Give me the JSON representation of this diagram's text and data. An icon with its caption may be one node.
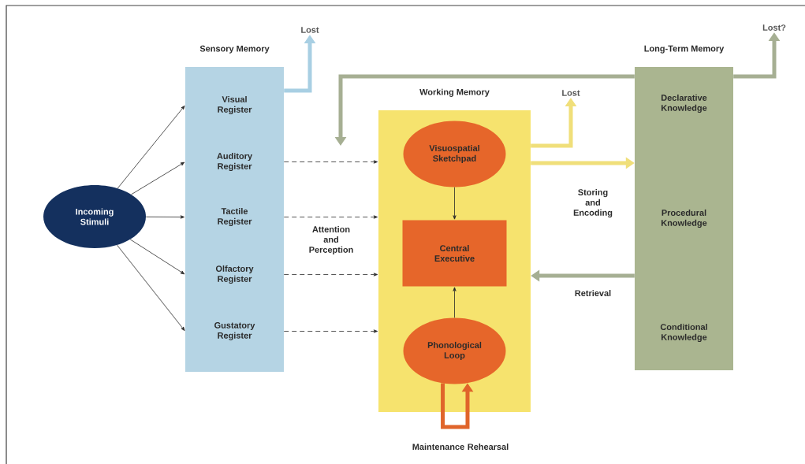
{
  "diagram": {
    "nodes": [
      {
        "text": [
          "Incoming Stimuli"
        ]
      },
      {
        "text": [
          "Sensory Memory"
        ]
      },
      {
        "text": [
          "Visual Register"
        ],
        "in": 1
      },
      {
        "text": [
          "Auditory Register"
        ],
        "in": 1
      },
      {
        "text": [
          "Tactile Register"
        ],
        "in": 1
      },
      {
        "text": [
          "Olfactory Register"
        ],
        "in": 1
      },
      {
        "text": [
          "Gustatory Register"
        ],
        "in": 1
      },
      {
        "text": [
          "Working Memory"
        ]
      },
      {
        "text": [
          "Visuospatial Sketchpad"
        ],
        "in": 7
      },
      {
        "text": [
          "Central Executive"
        ],
        "in": 7
      },
      {
        "text": [
          "Phonological Loop"
        ],
        "in": 7
      },
      {
        "text": [
          "Long-Term Memory"
        ]
      },
      {
        "text": [
          "Declarative Knowledge"
        ],
        "in": 11
      },
      {
        "text": [
          "Procedural Knowledge"
        ],
        "in": 11
      },
      {
        "text": [
          "Conditional Knowledge"
        ],
        "in": 11
      },
      {
        "text": [
          "Lost"
        ]
      },
      {
        "text": [
          "Lost"
        ]
      },
      {
        "text": [
          "Lost?"
        ]
      }
    ],
    "edges": [
      {
        "from": 0,
        "to": 2,
        "arrow": "to"
      },
      {
        "from": 0,
        "to": 3,
        "arrow": "to"
      },
      {
        "from": 0,
        "to": 4,
        "arrow": "to"
      },
      {
        "from": 0,
        "to": 5,
        "arrow": "to"
      },
      {
        "from": 0,
        "to": 6,
        "arrow": "to"
      },
      {
        "from": 3,
        "to": 7,
        "arrow": "to",
        "style": "dashed"
      },
      {
        "from": 4,
        "to": 7,
        "arrow": "to",
        "style": "dashed"
      },
      {
        "from": 5,
        "to": 7,
        "arrow": "to",
        "style": "dashed"
      },
      {
        "from": 6,
        "to": 7,
        "arrow": "to",
        "style": "dashed"
      },
      {
        "from": 8,
        "to": 9,
        "arrow": "to"
      },
      {
        "from": 10,
        "to": 9,
        "arrow": "to"
      },
      {
        "from": 10,
        "to": 10,
        "arrow": "to",
        "label": "Maintenance Rehearsal",
        "style": "thick",
        "color": "#e0642a"
      },
      {
        "from": 1,
        "to": 15,
        "arrow": "to",
        "style": "thick",
        "color": "#a8cfe3"
      },
      {
        "from": 7,
        "to": 16,
        "arrow": "to",
        "style": "thick",
        "color": "#f0df7a"
      },
      {
        "from": 7,
        "to": 11,
        "arrow": "to",
        "label": "Storing and Encoding",
        "style": "thick",
        "color": "#f0df7a"
      },
      {
        "from": 11,
        "to": 7,
        "arrow": "to",
        "label": "Retrieval",
        "style": "thick",
        "color": "#a6af93"
      },
      {
        "from": 11,
        "to": 17,
        "arrow": "to",
        "style": "thick",
        "color": "#a6af93"
      },
      {
        "from": 11,
        "to": null,
        "arrow": "to",
        "style": "thick",
        "color": "#a6af93"
      }
    ],
    "labels": [
      "Attention and Perception"
    ]
  }
}
